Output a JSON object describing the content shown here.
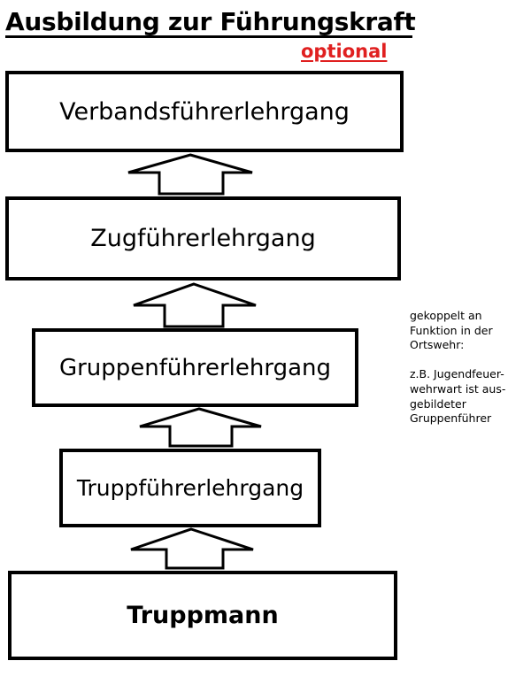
{
  "title": "Ausbildung zur Führungskraft",
  "optional_label": "optional",
  "steps": {
    "verbandsfuehrer": "Verbandsführerlehrgang",
    "zugfuehrer": "Zugführerlehrgang",
    "gruppenfuehrer": "Gruppenführerlehrgang",
    "truppfuehrer": "Truppführerlehrgang",
    "truppmann": "Truppmann"
  },
  "side_note": {
    "line1": "gekoppelt an",
    "line2": "Funktion in der",
    "line3": "Ortswehr:",
    "line4": "z.B. Jugendfeuer-",
    "line5": "wehrwart ist aus-",
    "line6": "gebildeter",
    "line7": "Gruppenführer"
  },
  "colors": {
    "optional": "#e02020",
    "line": "#000000"
  }
}
